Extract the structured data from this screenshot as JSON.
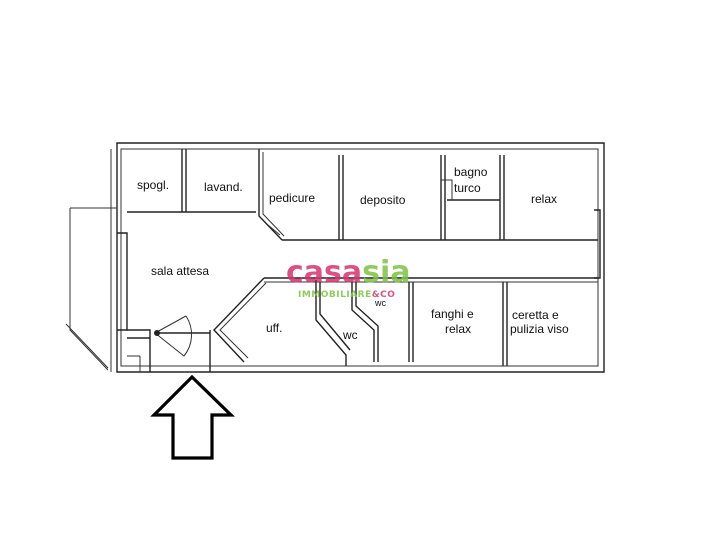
{
  "rooms": {
    "spogliatoio": "spogl.",
    "lavanderia": "lavand.",
    "pedicure": "pedicure",
    "deposito": "deposito",
    "bagno_line1": "bagno",
    "bagno_line2": "turco",
    "relax": "relax",
    "sala_attesa": "sala attesa",
    "ufficio": "uff.",
    "wc_large": "wc",
    "wc_small": "wc",
    "fanghi_line1": "fanghi e",
    "fanghi_line2": "relax",
    "ceretta_line1": "ceretta e",
    "ceretta_line2": "pulizia viso"
  },
  "logo": {
    "part1": "casa",
    "part2": "sia",
    "tag1": "IMMOBILIARE",
    "tag2": "&CO",
    "color1": "#d6336c",
    "color2": "#7cc242",
    "tag_color": "#7cc242",
    "tag2_color": "#d6336c"
  },
  "colors": {
    "walls": "#222222",
    "background": "#ffffff"
  }
}
